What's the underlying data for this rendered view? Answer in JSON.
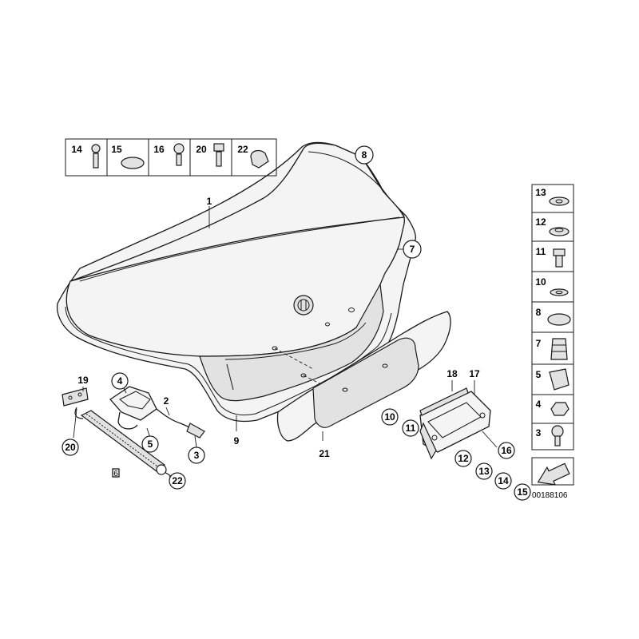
{
  "diagram": {
    "drawing_number": "00188106",
    "callouts": {
      "c1": "1",
      "c2": "2",
      "c3": "3",
      "c4": "4",
      "c5": "5",
      "c6": "6",
      "c7": "7",
      "c8": "8",
      "c9": "9",
      "c10": "10",
      "c11": "11",
      "c12": "12",
      "c13": "13",
      "c14": "14",
      "c15": "15",
      "c16": "16",
      "c17": "17",
      "c18": "18",
      "c19": "19",
      "c20": "20",
      "c21": "21",
      "c22": "22"
    },
    "top_legend": [
      "14",
      "15",
      "16",
      "20",
      "22"
    ],
    "side_legend": [
      "13",
      "12",
      "11",
      "10",
      "8",
      "7",
      "5",
      "4",
      "3"
    ]
  }
}
